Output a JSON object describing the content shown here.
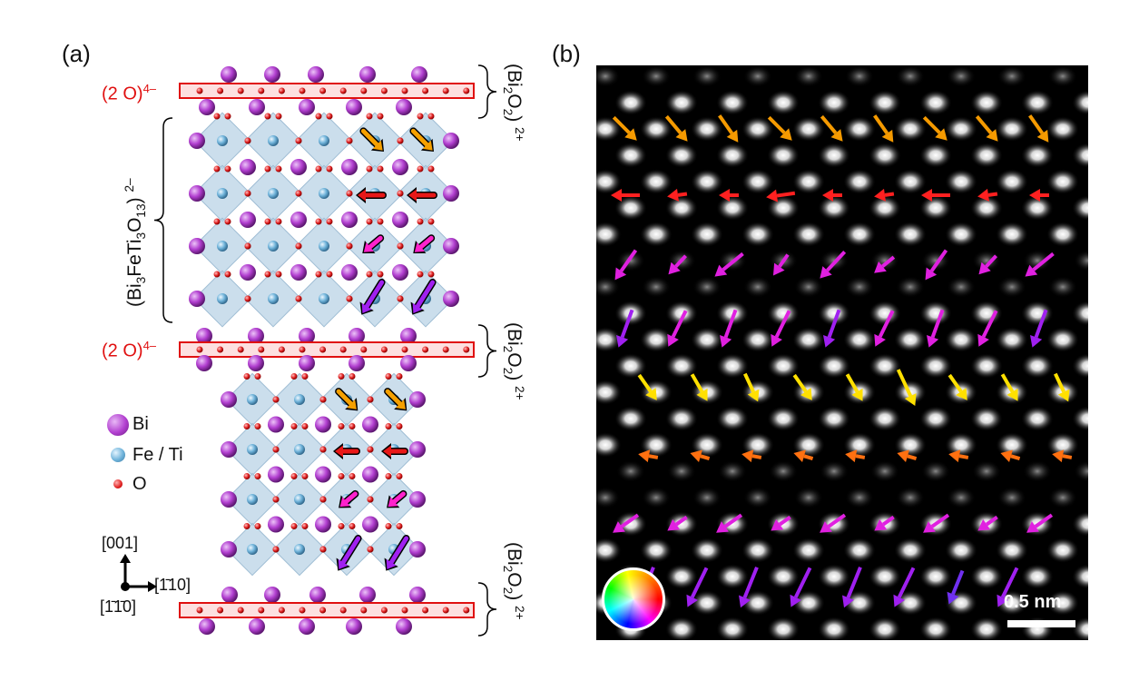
{
  "panel_a": {
    "label": "(a)",
    "oxide_label_top": "(2 O)",
    "oxide_label_mid": "(2 O)",
    "oxide_charge": "4–",
    "perovskite_block": {
      "prefix": "(Bi",
      "s1": "3",
      "mid": "FeTi",
      "s2": "3",
      "o": "O",
      "s3": "13",
      "suffix": ")",
      "charge": "2–"
    },
    "bi2o2_layer": {
      "prefix": "(Bi",
      "s1": "2",
      "o": "O",
      "s2": "2",
      "suffix": ")",
      "charge": "2+"
    },
    "legend": [
      {
        "label": "Bi",
        "color": "#b23fd0"
      },
      {
        "label": "Fe / Ti",
        "color": "#6fb3da"
      },
      {
        "label": "O",
        "color": "#e02020"
      }
    ],
    "axes": {
      "vertical": "[001]",
      "horizontal": "[1̄10]",
      "out_of_plane": "[1̄1̄0]"
    },
    "arrow_colors": {
      "orange": "#f5a000",
      "red": "#e81818",
      "magenta": "#ff22cc",
      "violet": "#a020f0",
      "outline": "#000000"
    }
  },
  "panel_b": {
    "label": "(b)",
    "scale_bar": "0.5 nm",
    "arrow_colors": {
      "row1": "#f59a00",
      "row2": "#ff2020",
      "row3": "#e020e0",
      "row4": "#a020f0",
      "row5": "#ffe000",
      "row6": "#ff7010"
    }
  }
}
